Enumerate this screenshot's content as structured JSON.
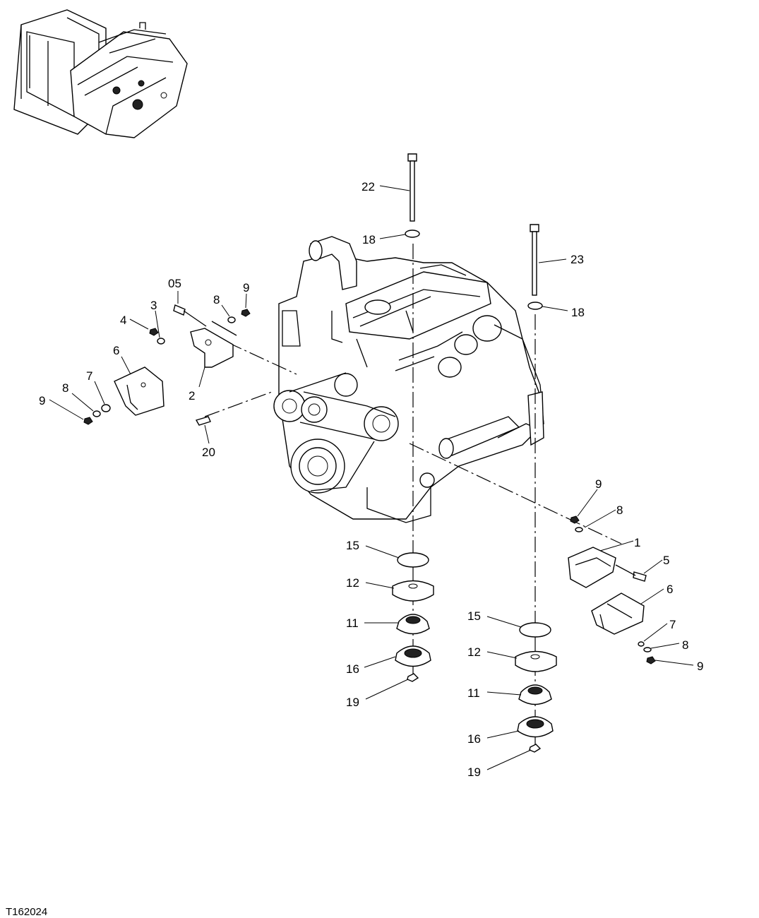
{
  "figure_id": "T162024",
  "callouts": [
    "22",
    "18",
    "23",
    "18",
    "05",
    "9",
    "8",
    "3",
    "4",
    "6",
    "7",
    "8",
    "9",
    "2",
    "20",
    "9",
    "8",
    "1",
    "5",
    "6",
    "7",
    "8",
    "9",
    "15",
    "12",
    "11",
    "16",
    "19",
    "15",
    "12",
    "11",
    "16",
    "19"
  ]
}
